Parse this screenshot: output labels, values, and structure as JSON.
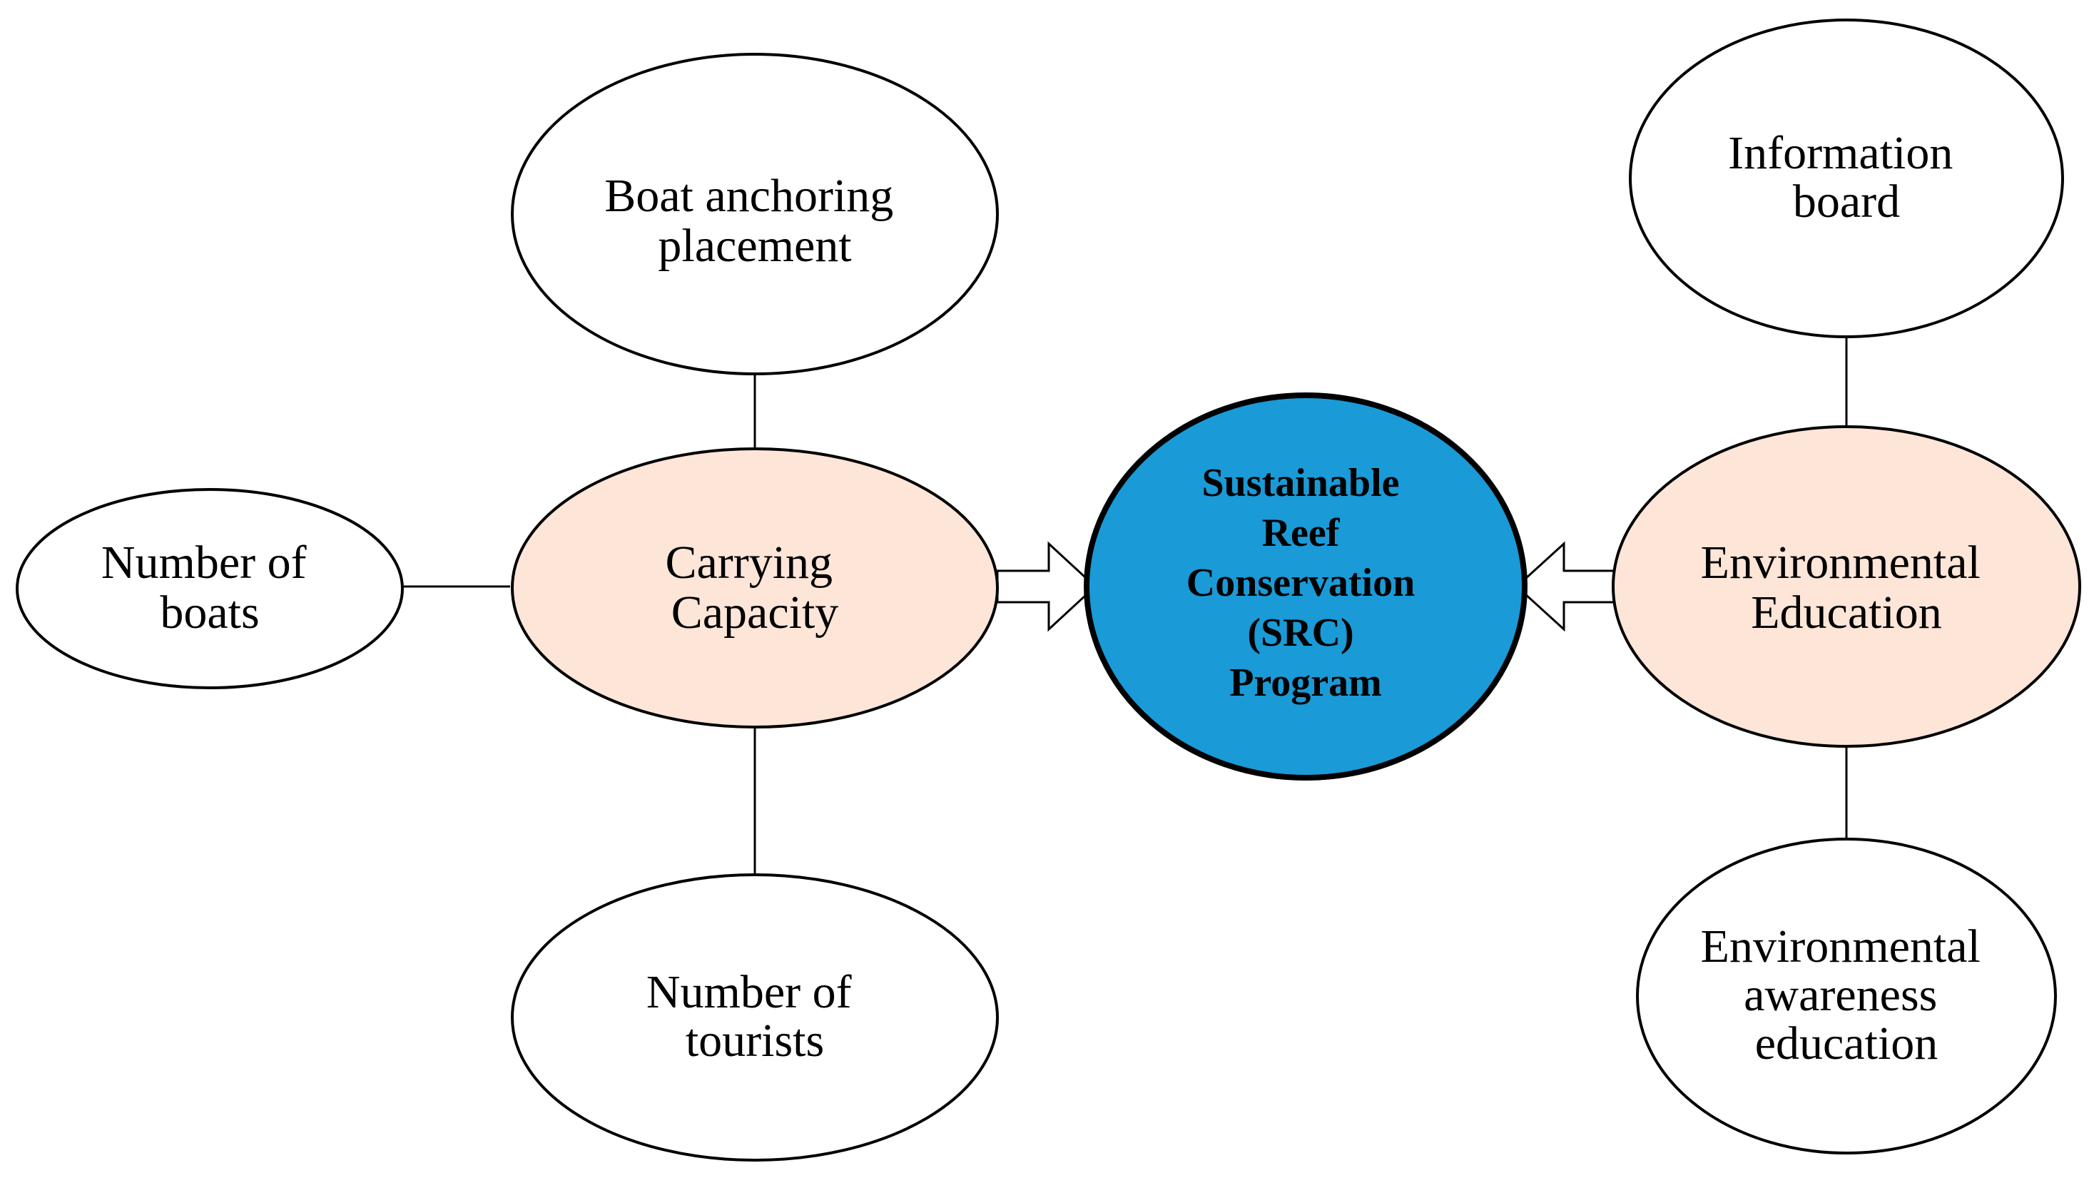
{
  "colors": {
    "center_fill": "#1a9ad6",
    "category_fill": "#fde5d8",
    "leaf_fill": "#ffffff",
    "outline": "#000000"
  },
  "center": {
    "lines": [
      "Sustainable",
      "Reef",
      "Conservation",
      "(SRC)",
      "Program"
    ]
  },
  "left_category": {
    "lines": [
      "Carrying",
      "Capacity"
    ]
  },
  "right_category": {
    "lines": [
      "Environmental",
      "Education"
    ]
  },
  "left_leaves": {
    "top": {
      "lines": [
        "Boat anchoring",
        "placement"
      ]
    },
    "left": {
      "lines": [
        "Number of",
        "boats"
      ]
    },
    "bottom": {
      "lines": [
        "Number of",
        "tourists"
      ]
    }
  },
  "right_leaves": {
    "top": {
      "lines": [
        "Information",
        "board"
      ]
    },
    "bottom": {
      "lines": [
        "Environmental",
        "awareness",
        "education"
      ]
    }
  }
}
